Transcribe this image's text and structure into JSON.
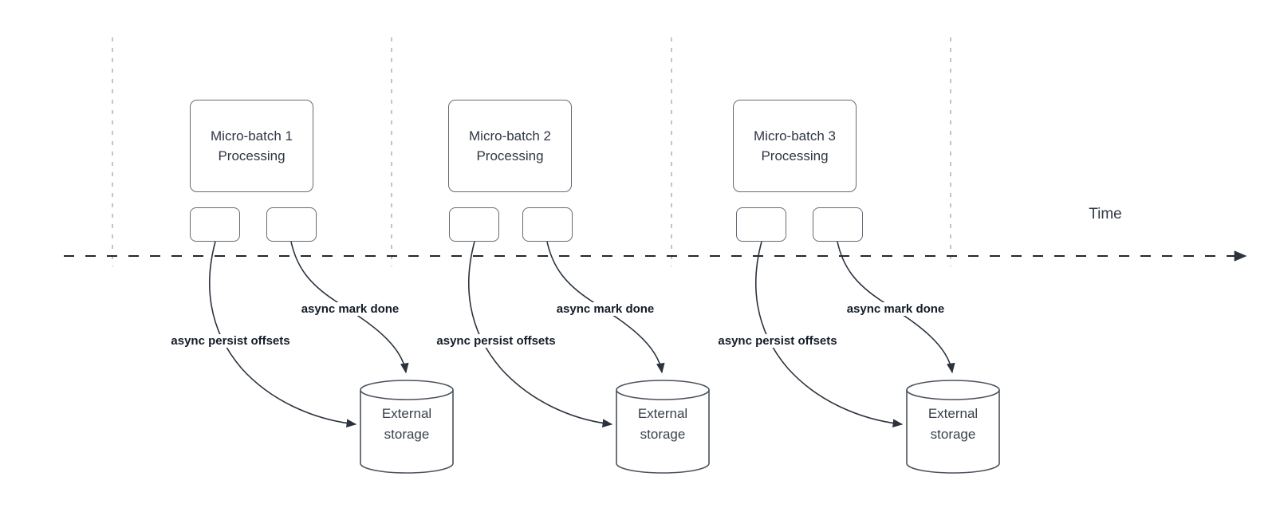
{
  "diagram": {
    "time_label": "Time",
    "groups": [
      {
        "box_label": "Micro-batch 1 Processing",
        "persist_label": "async persist offsets",
        "mark_done_label": "async mark done",
        "storage_label": "External storage"
      },
      {
        "box_label": "Micro-batch 2 Processing",
        "persist_label": "async persist offsets",
        "mark_done_label": "async mark done",
        "storage_label": "External storage"
      },
      {
        "box_label": "Micro-batch 3 Processing",
        "persist_label": "async persist offsets",
        "mark_done_label": "async mark done",
        "storage_label": "External storage"
      }
    ],
    "colors": {
      "curve_stroke": "#2c333d",
      "box_border": "#646b74",
      "divider_gray": "#b2b5b9",
      "timeline_black": "#23272e",
      "box_text": "#2f3642",
      "bold_label_text": "#131c28"
    }
  }
}
